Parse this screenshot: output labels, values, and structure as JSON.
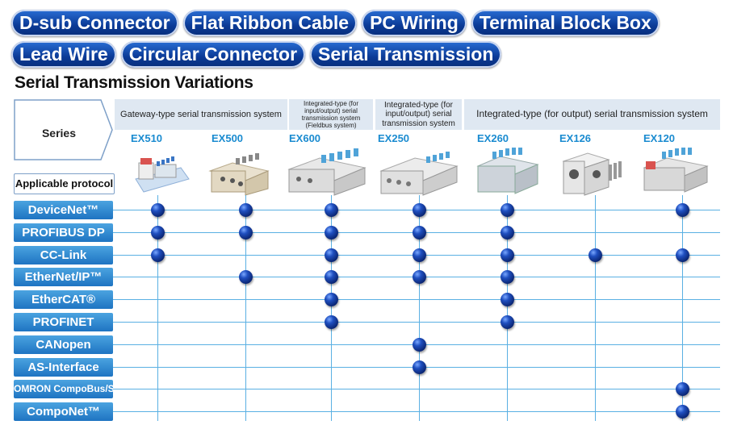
{
  "tabs_row1": [
    "D-sub Connector",
    "Flat Ribbon Cable",
    "PC Wiring",
    "Terminal Block Box"
  ],
  "tabs_row2": [
    "Lead Wire",
    "Circular Connector",
    "Serial Transmission"
  ],
  "page_title": "Serial Transmission Variations",
  "series_label": "Series",
  "protocol_label": "Applicable protocol",
  "groups": [
    {
      "text": "Gateway-type serial transmission system"
    },
    {
      "text": "Integrated-type (for input/output) serial transmission system (Fieldbus system)"
    },
    {
      "text": "Integrated-type (for input/output) serial transmission system"
    },
    {
      "text": "Integrated-type (for output) serial transmission system"
    }
  ],
  "models": [
    "EX510",
    "EX500",
    "EX600",
    "EX250",
    "EX260",
    "EX126",
    "EX120"
  ],
  "protocols": [
    {
      "label": "DeviceNet™",
      "support": [
        1,
        1,
        1,
        1,
        1,
        0,
        1
      ]
    },
    {
      "label": "PROFIBUS DP",
      "support": [
        1,
        1,
        1,
        1,
        1,
        0,
        0
      ]
    },
    {
      "label": "CC-Link",
      "support": [
        1,
        0,
        1,
        1,
        1,
        1,
        1
      ]
    },
    {
      "label": "EtherNet/IP™",
      "support": [
        0,
        1,
        1,
        1,
        1,
        0,
        0
      ]
    },
    {
      "label": "EtherCAT®",
      "support": [
        0,
        0,
        1,
        0,
        1,
        0,
        0
      ]
    },
    {
      "label": "PROFINET",
      "support": [
        0,
        0,
        1,
        0,
        1,
        0,
        0
      ]
    },
    {
      "label": "CANopen",
      "support": [
        0,
        0,
        0,
        1,
        0,
        0,
        0
      ]
    },
    {
      "label": "AS-Interface",
      "support": [
        0,
        0,
        0,
        1,
        0,
        0,
        0
      ]
    },
    {
      "label": "OMRON CompoBus/S",
      "support": [
        0,
        0,
        0,
        0,
        0,
        0,
        1
      ]
    },
    {
      "label": "CompoNet™",
      "support": [
        0,
        0,
        0,
        0,
        0,
        0,
        1
      ]
    }
  ],
  "colors": {
    "tab_blue": "#0b3a96",
    "row_blue": "#2a86d0",
    "model_blue": "#1a8bd0",
    "group_bg": "#dfe8f2",
    "dot_blue": "#1f4fc0"
  }
}
